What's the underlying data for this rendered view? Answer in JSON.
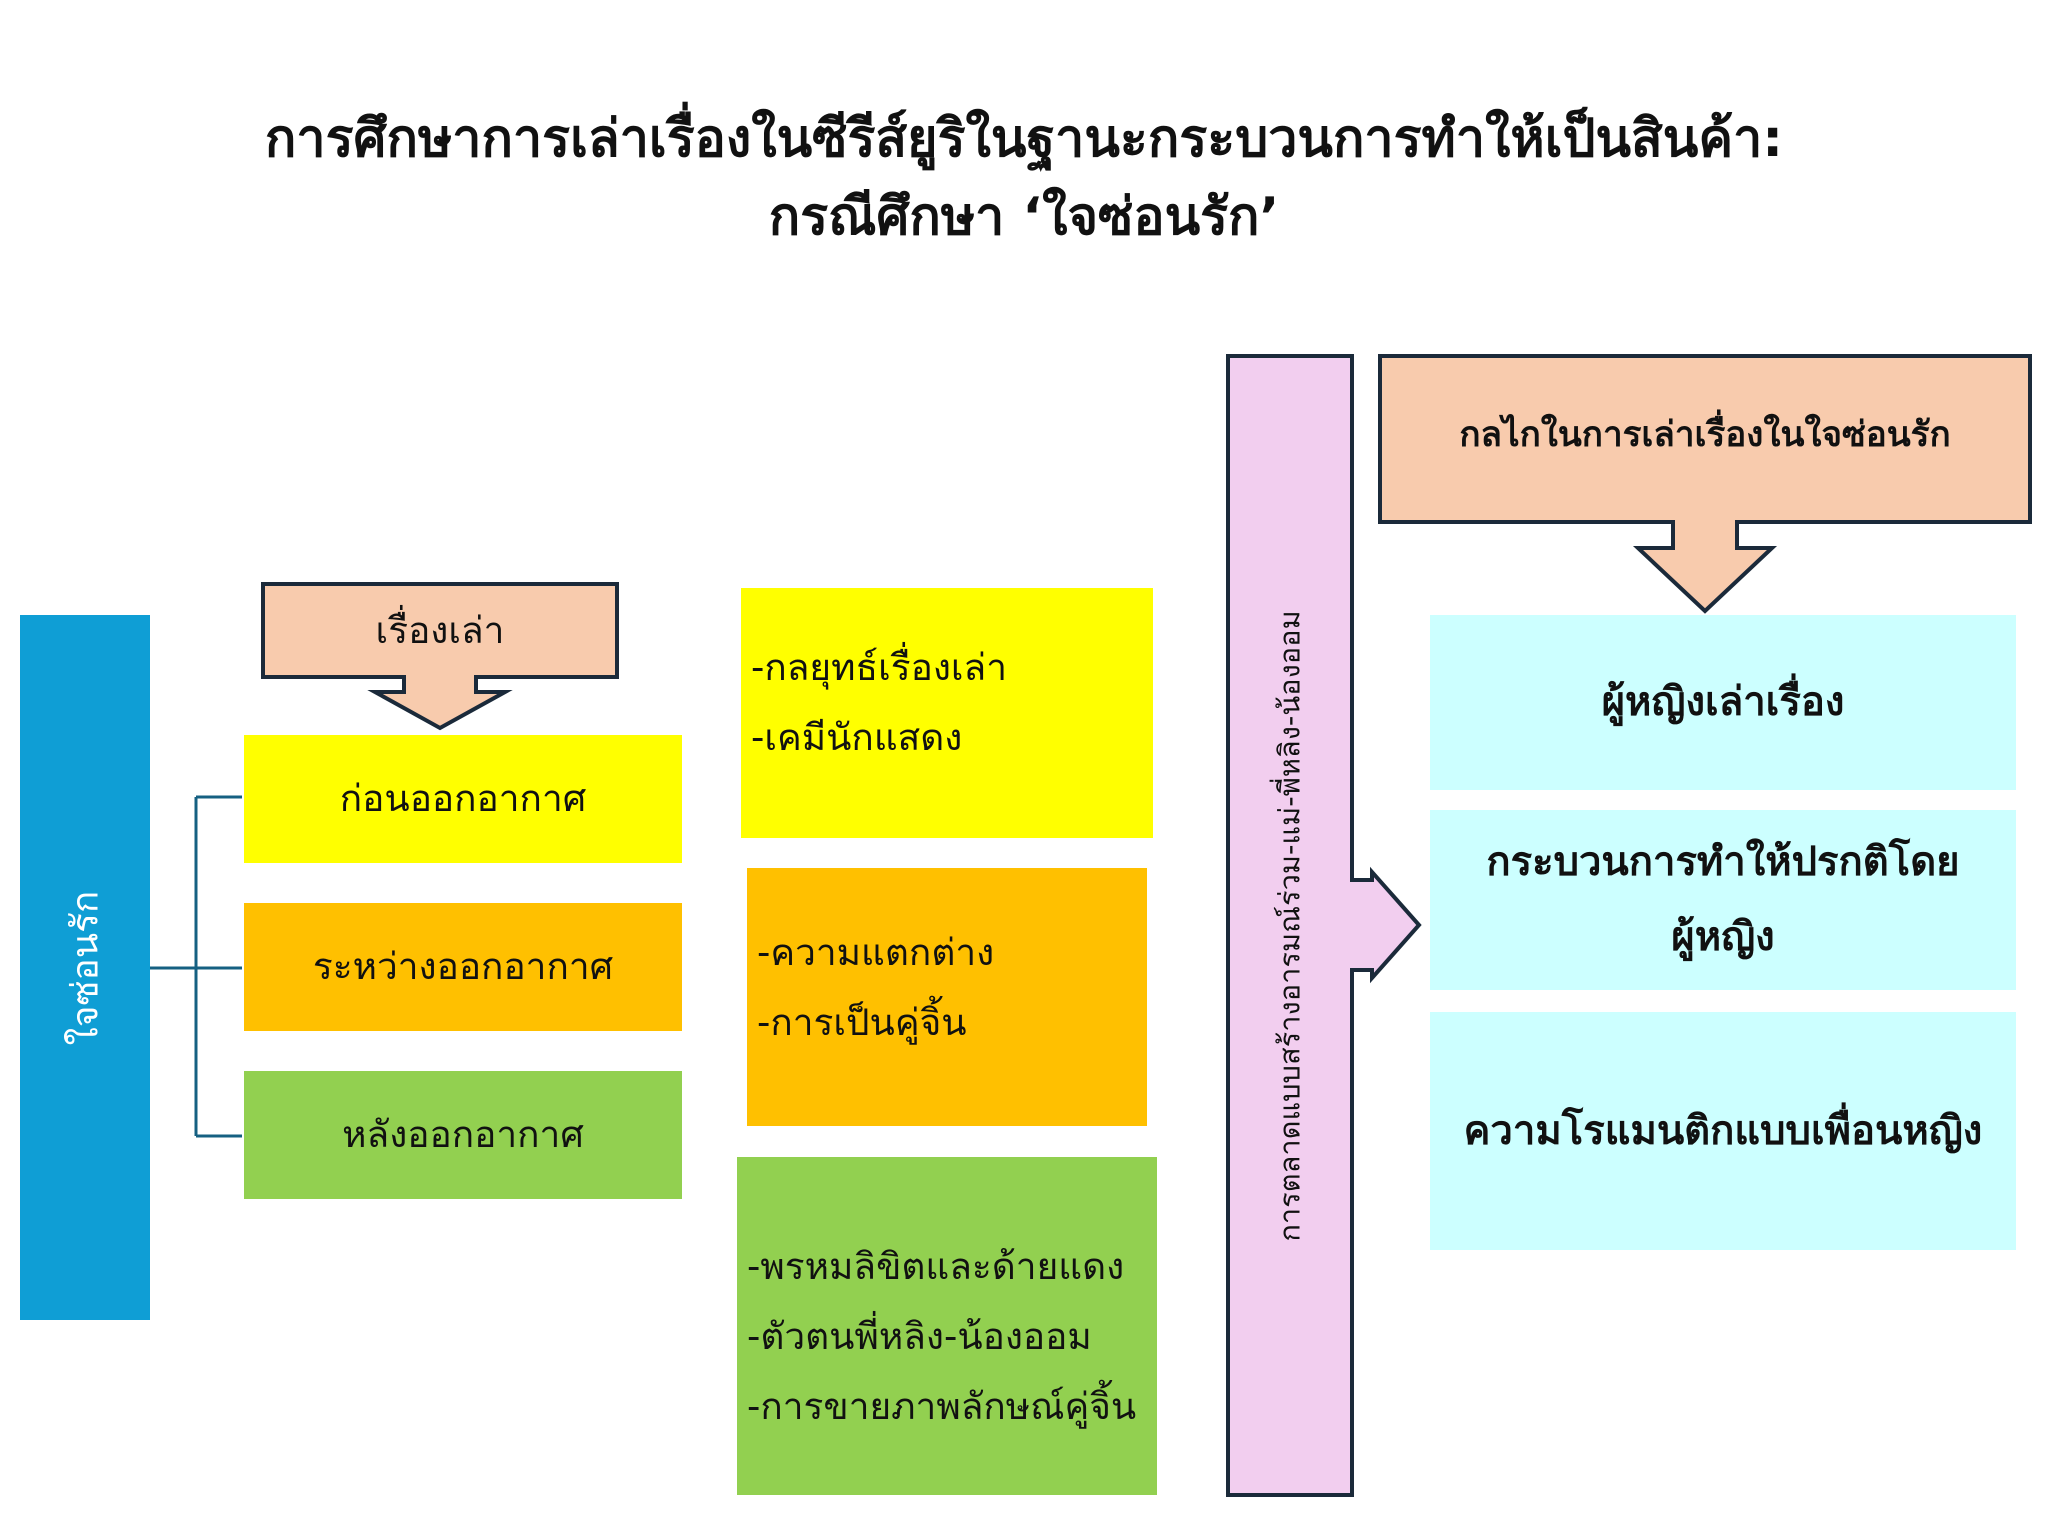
{
  "title": {
    "line1": "การศึกษาการเล่าเรื่องในซีรีส์ยูริในฐานะกระบวนการทำให้เป็นสินค้า:",
    "line2": "กรณีศึกษา ‘ใจซ่อนรัก’"
  },
  "left_bar": {
    "label": "ใจซ่อนรัก"
  },
  "story_arrow": {
    "label": "เรื่องเล่า"
  },
  "phases": [
    {
      "label": "ก่อนออกอากาศ",
      "color": "#FFFF00"
    },
    {
      "label": "ระหว่างออกอากาศ",
      "color": "#FFC000"
    },
    {
      "label": "หลังออกอากาศ",
      "color": "#92D050"
    }
  ],
  "details": [
    {
      "items": [
        "-กลยุทธ์เรื่องเล่า",
        "-เคมีนักแสดง"
      ],
      "color": "#FFFF00"
    },
    {
      "items": [
        "-ความแตกต่าง",
        "-การเป็นคู่จิ้น"
      ],
      "color": "#FFC000"
    },
    {
      "items": [
        "-พรหมลิขิตและด้ายแดง",
        "-ตัวตนพี่หลิง-น้องออม",
        "-การขายภาพลักษณ์คู่จิ้น"
      ],
      "color": "#92D050"
    }
  ],
  "marketing_arrow": {
    "label": "การตลาดแบบสร้างอารมณ์ร่วม-แม่-พี่หลิง-น้องออม",
    "color": "#F2CEEF"
  },
  "mechanism_arrow": {
    "label": "กลไกในการเล่าเรื่องในใจซ่อนรัก",
    "color": "#F8CBAD"
  },
  "results": [
    {
      "lines": [
        "ผู้หญิงเล่าเรื่อง"
      ]
    },
    {
      "lines": [
        "กระบวนการทำให้ปรกติโดย",
        "ผู้หญิง"
      ]
    },
    {
      "lines": [
        "ความโรแมนติกแบบเพื่อนหญิง"
      ]
    }
  ],
  "colors": {
    "left_bar": "#0F9ED5",
    "result_box": "#CCFFFF",
    "arrow_stroke": "#1B2A3A",
    "connector": "#156082"
  }
}
